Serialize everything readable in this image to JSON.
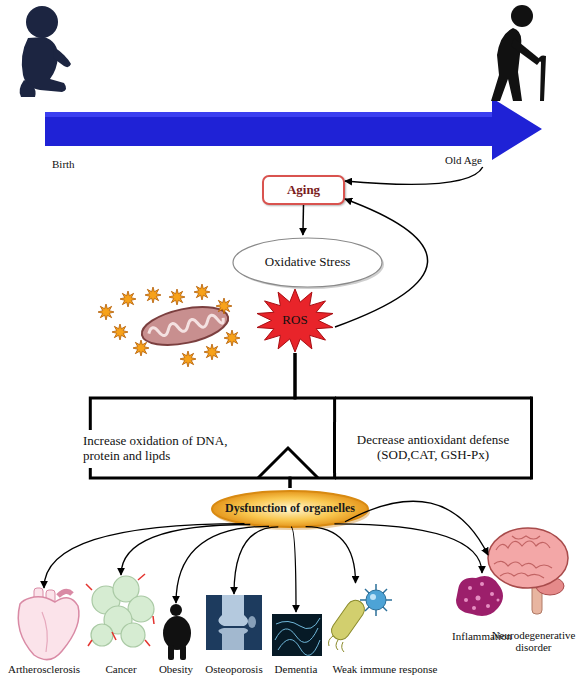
{
  "diagram": {
    "nodes": [
      {
        "text": [
          "Old Age"
        ]
      },
      {
        "text": [
          "Aging"
        ]
      },
      {
        "text": [
          "Oxidative Stress"
        ]
      },
      {
        "text": [
          "ROS"
        ]
      },
      {
        "text": [
          "Increase oxidation of DNA, protein and lipds"
        ]
      },
      {
        "text": [
          "Decrease antioxidant defense (SOD,CAT, GSH-Px)"
        ]
      },
      {
        "text": [
          "Dysfunction of organelles"
        ]
      },
      {
        "text": [
          "Artherosclerosis"
        ]
      },
      {
        "text": [
          "Cancer"
        ]
      },
      {
        "text": [
          "Obesity"
        ]
      },
      {
        "text": [
          "Osteoporosis"
        ]
      },
      {
        "text": [
          "Dementia"
        ]
      },
      {
        "text": [
          "Weak immune response"
        ]
      },
      {
        "text": [
          "Inflammation"
        ]
      },
      {
        "text": [
          "Neurodegenerative disorder"
        ]
      }
    ],
    "edges": [
      {
        "from": 0,
        "to": 1,
        "arrow": "to"
      },
      {
        "from": 1,
        "to": 2,
        "arrow": "to"
      },
      {
        "from": 3,
        "to": 1,
        "arrow": "to"
      },
      {
        "from": 3,
        "to": 4,
        "arrow": "none"
      },
      {
        "from": 3,
        "to": 5,
        "arrow": "none"
      },
      {
        "from": 4,
        "to": 6,
        "arrow": "none"
      },
      {
        "from": 5,
        "to": 6,
        "arrow": "none"
      },
      {
        "from": 6,
        "to": 7,
        "arrow": "to"
      },
      {
        "from": 6,
        "to": 8,
        "arrow": "to"
      },
      {
        "from": 6,
        "to": 9,
        "arrow": "to"
      },
      {
        "from": 6,
        "to": 10,
        "arrow": "to"
      },
      {
        "from": 6,
        "to": 11,
        "arrow": "to"
      },
      {
        "from": 6,
        "to": 12,
        "arrow": "to"
      },
      {
        "from": 6,
        "to": 13,
        "arrow": "to"
      },
      {
        "from": 6,
        "to": 14,
        "arrow": "to"
      }
    ],
    "labels": [
      "Birth"
    ]
  }
}
